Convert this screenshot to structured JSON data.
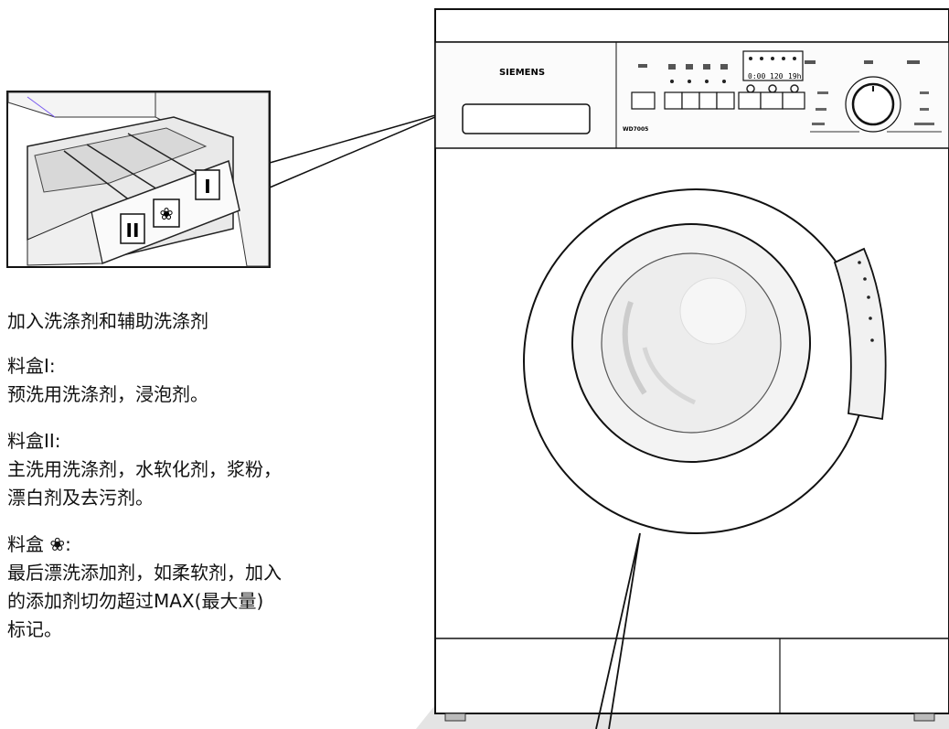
{
  "brand": "SIEMENS",
  "model": "WD7005",
  "box_marks": {
    "box1": "I",
    "box2": "II"
  },
  "panel": {
    "display_text_1": "0:00",
    "display_text_2": "120",
    "display_text_3": "19h"
  },
  "text": {
    "heading": "加入洗涤剂和辅助洗涤剂",
    "sections": [
      {
        "title": "料盒I:",
        "body": "预洗用洗涤剂，浸泡剂。"
      },
      {
        "title": "料盒II:",
        "body": "主洗用洗涤剂，水软化剂，浆粉，\n漂白剂及去污剂。"
      },
      {
        "title": "料盒 ❀:",
        "body": "最后漂洗添加剂，如柔软剂，加入\n的添加剂切勿超过MAX(最大量)\n标记。"
      }
    ]
  }
}
